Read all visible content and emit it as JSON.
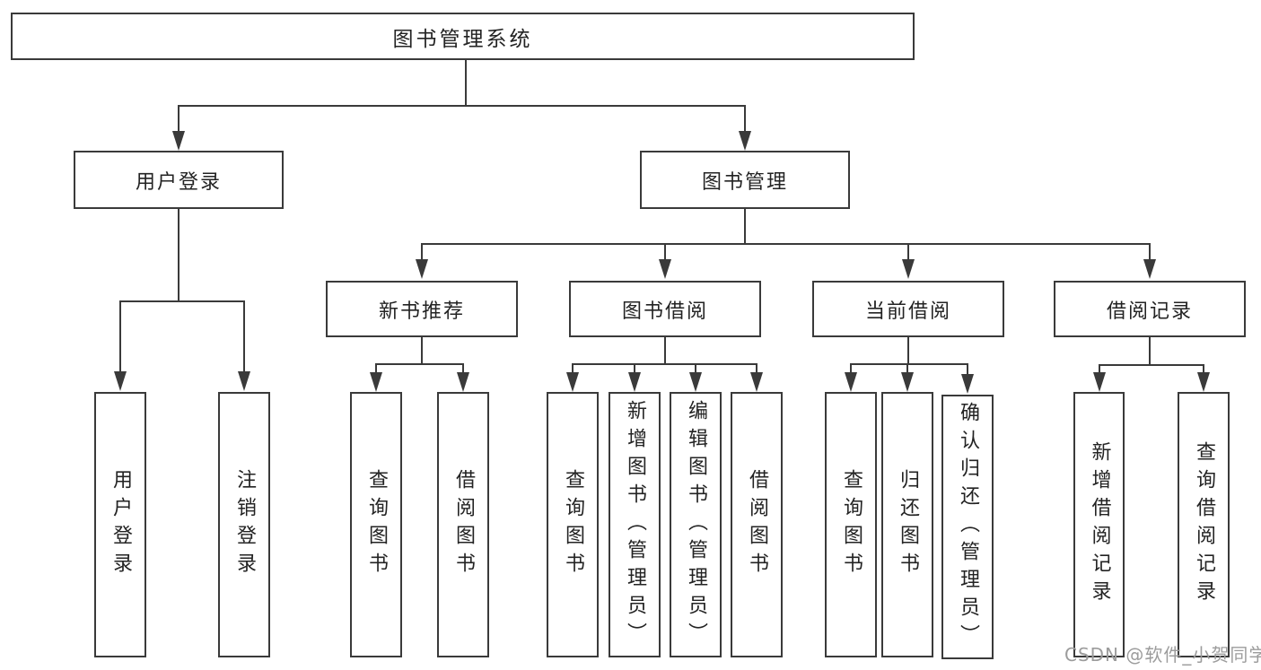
{
  "tree": {
    "root": {
      "label": "图书管理系统",
      "children": [
        {
          "label": "用户登录",
          "children": [
            {
              "label": "用户登录"
            },
            {
              "label": "注销登录"
            }
          ]
        },
        {
          "label": "图书管理",
          "children": [
            {
              "label": "新书推荐",
              "children": [
                {
                  "label": "查询图书"
                },
                {
                  "label": "借阅图书"
                }
              ]
            },
            {
              "label": "图书借阅",
              "children": [
                {
                  "label": "查询图书"
                },
                {
                  "label": "新增图书（管理员）"
                },
                {
                  "label": "编辑图书（管理员）"
                },
                {
                  "label": "借阅图书"
                }
              ]
            },
            {
              "label": "当前借阅",
              "children": [
                {
                  "label": "查询图书"
                },
                {
                  "label": "归还图书"
                },
                {
                  "label": "确认归还（管理员）"
                }
              ]
            },
            {
              "label": "借阅记录",
              "children": [
                {
                  "label": "新增借阅记录"
                },
                {
                  "label": "查询借阅记录"
                }
              ]
            }
          ]
        }
      ]
    }
  },
  "watermark": {
    "text": "CSDN @软件_小贺同学"
  },
  "colors": {
    "line": "#3a3a3a",
    "text": "#232323",
    "background": "#ffffff",
    "watermark": "#9c9c9c"
  }
}
